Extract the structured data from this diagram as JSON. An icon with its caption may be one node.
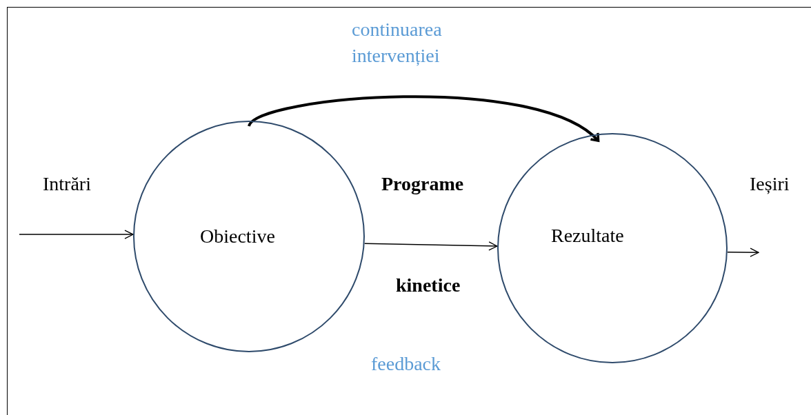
{
  "diagram": {
    "nodes": [
      {
        "text": [
          "Obiective"
        ]
      },
      {
        "text": [
          "Rezultate"
        ]
      }
    ],
    "edges": [
      {
        "from": null,
        "to": 0,
        "arrow": "to"
      },
      {
        "from": 0,
        "to": 1,
        "arrow": "to"
      },
      {
        "from": 0,
        "to": 1,
        "arrow": "to",
        "style": "thick",
        "label": "continuarea intervenției"
      },
      {
        "from": 1,
        "to": null,
        "arrow": "to"
      }
    ],
    "labels": [
      "Intrări",
      "Programe",
      "Ieșiri",
      "kinetice",
      "feedback"
    ]
  }
}
